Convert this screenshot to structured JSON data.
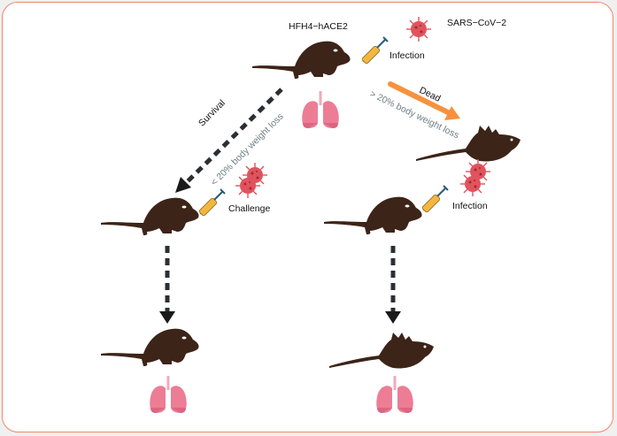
{
  "diagram": {
    "model_label": "HFH4−hACE2",
    "virus_label": "SARS−CoV−2",
    "infection_label_top": "Infection",
    "survival_label": "Survival",
    "survival_criterion": "< 20% body weight loss",
    "dead_label": "Dead",
    "dead_criterion": "> 20% body weight loss",
    "challenge_label": "Challenge",
    "infection_label_right": "Infection",
    "colors": {
      "border": "#f0876a",
      "mouse": "#3d2418",
      "dead_arrow": "#f7913d",
      "dashed_arrow": "#2b2f33",
      "lung": "#ec7d95",
      "virus": "#e0535d",
      "criterion_text": "#6e7f86"
    },
    "icons": [
      "mouse-icon",
      "dead-mouse-icon",
      "syringe-icon",
      "virus-icon",
      "lungs-icon"
    ]
  }
}
